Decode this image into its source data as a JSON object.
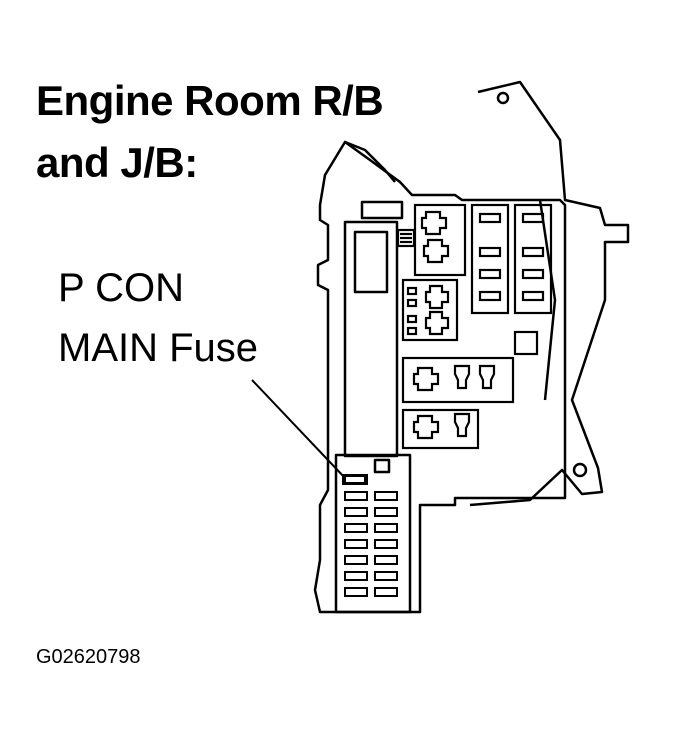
{
  "title": {
    "line1": "Engine Room R/B",
    "line2": "and J/B:"
  },
  "callout": {
    "line1": "P CON",
    "line2": "MAIN Fuse"
  },
  "figure_id": "G02620798",
  "colors": {
    "ink": "#000000",
    "paper": "#ffffff",
    "highlight_fuse": "#000000"
  }
}
